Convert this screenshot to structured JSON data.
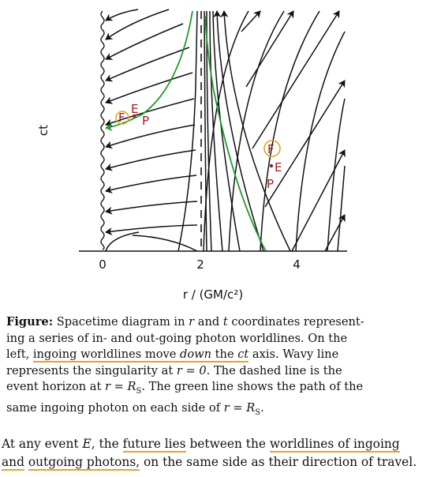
{
  "diagram": {
    "y_axis_label": "ct",
    "x_axis_label": "r / (GM/c²)",
    "x_ticks": [
      "0",
      "2",
      "4"
    ],
    "events_left": {
      "F": "F",
      "E": "E",
      "P": "P"
    },
    "events_right": {
      "F": "F",
      "E": "E",
      "P": "P"
    },
    "colors": {
      "worldline": "#111111",
      "green_path": "#1e9a2e",
      "event": "#9e1b1b",
      "highlight": "#e6a22a"
    }
  },
  "caption": {
    "label": "Figure:",
    "part1": " Spacetime diagram in ",
    "var_r": "r",
    "part2": " and ",
    "var_t": "t",
    "part3": " coordinates represent-ing a series of in- and out-going photon worldlines.  On the left, ",
    "underlined": "ingoing worldlines move ",
    "down": "down",
    "underlined2": " the ",
    "ct": "ct",
    "part4": " axis.  Wavy line represents the singularity at ",
    "eq1": "r = 0",
    "part5": ".  The dashed line is the event horizon at ",
    "eq2": "r = R",
    "eq2_sub": "S",
    "part6": ".  The green line shows the path of the same ingoing photon on each side of ",
    "eq3": "r = R",
    "eq3_sub": "S",
    "part7": "."
  },
  "note": {
    "part1": "At any event ",
    "E": "E",
    "part2": ", the ",
    "u1": "future lies",
    "part3": " between the ",
    "u2": "worldlines of ingoing and",
    "u3": "outgoing photons,",
    "part4": " on the same side as their direction of travel."
  }
}
